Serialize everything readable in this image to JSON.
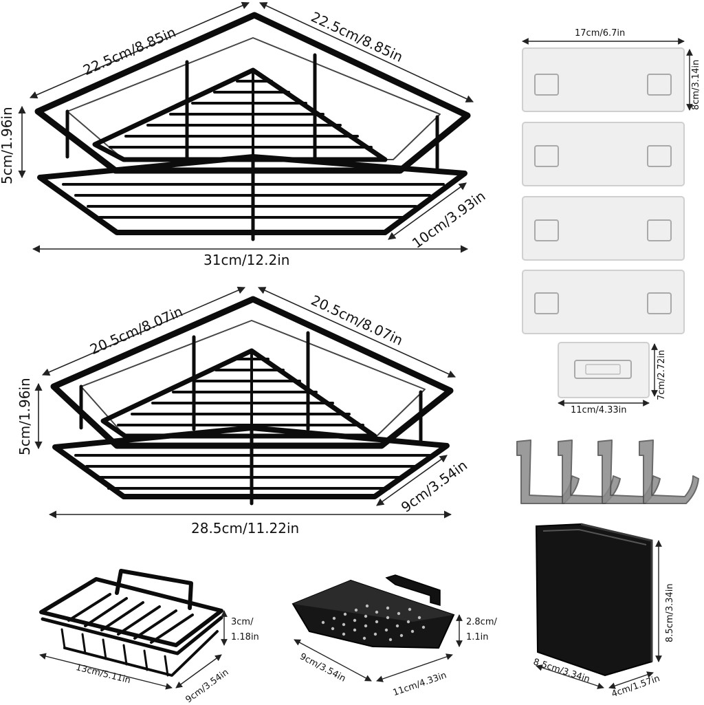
{
  "image": {
    "palette": {
      "frame": "#0c0c0c",
      "background": "#ffffff",
      "plate": "#eeeeee",
      "hook": "#6e6e6e",
      "caddy": "#141414",
      "dim_line": "#222222"
    }
  },
  "shelf_large": {
    "left_edge": "22.5cm/8.85in",
    "right_edge": "22.5cm/8.85in",
    "height": "5cm/1.96in",
    "depth": "10cm/3.93in",
    "width": "31cm/12.2in"
  },
  "shelf_small": {
    "left_edge": "20.5cm/8.07in",
    "right_edge": "20.5cm/8.07in",
    "height": "5cm/1.96in",
    "depth": "9cm/3.54in",
    "width": "28.5cm/11.22in"
  },
  "adhesive_plate_large": {
    "width": "17cm/6.7in",
    "height": "8cm/3.14in"
  },
  "adhesive_plate_small": {
    "width": "11cm/4.33in",
    "height": "7cm/2.72in"
  },
  "soap_rack": {
    "height_line1": "3cm/",
    "height_line2": "1.18in",
    "width": "13cm/5.11in",
    "depth": "9cm/3.54in"
  },
  "soap_dish": {
    "height_line1": "2.8cm/",
    "height_line2": "1.1in",
    "depth": "9cm/3.54in",
    "width": "11cm/4.33in"
  },
  "caddy": {
    "height": "8.5cm/3.34in",
    "width": "8.5cm/3.34in",
    "depth": "4cm/1.57in"
  }
}
